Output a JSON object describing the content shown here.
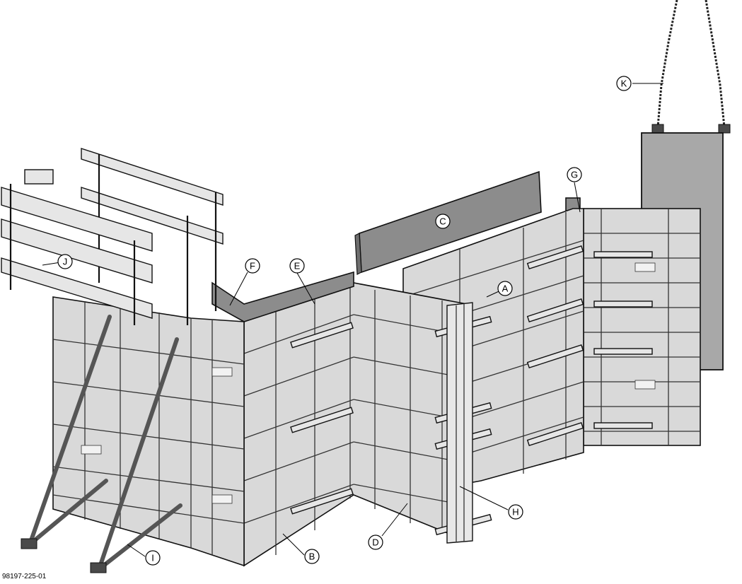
{
  "figure": {
    "reference_code": "98197-225-01"
  },
  "callouts": [
    {
      "id": "A",
      "label": "A"
    },
    {
      "id": "B",
      "label": "B"
    },
    {
      "id": "C",
      "label": "C"
    },
    {
      "id": "D",
      "label": "D"
    },
    {
      "id": "E",
      "label": "E"
    },
    {
      "id": "F",
      "label": "F"
    },
    {
      "id": "G",
      "label": "G"
    },
    {
      "id": "H",
      "label": "H"
    },
    {
      "id": "I",
      "label": "I"
    },
    {
      "id": "J",
      "label": "J"
    },
    {
      "id": "K",
      "label": "K"
    }
  ],
  "colors": {
    "panel_face": "#d9d9d9",
    "panel_dark": "#8c8c8c",
    "outline": "#111111",
    "background": "#ffffff"
  }
}
